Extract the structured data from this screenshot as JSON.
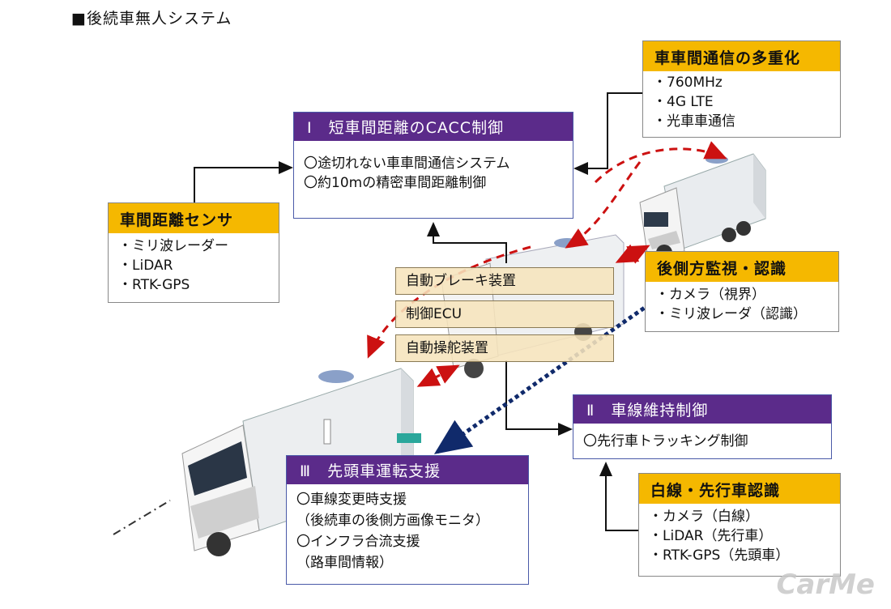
{
  "title": "■後続車無人システム",
  "cacc": {
    "header": "Ⅰ　短車間距離のCACC制御",
    "items": [
      "〇途切れない車車間通信システム",
      "〇約10mの精密車間距離制御"
    ]
  },
  "comm": {
    "header": "車車間通信の多重化",
    "items": [
      "・760MHz",
      "・4G LTE",
      "・光車車通信"
    ]
  },
  "sensor": {
    "header": "車間距離センサ",
    "items": [
      "・ミリ波レーダー",
      "・LiDAR",
      "・RTK-GPS"
    ]
  },
  "rear": {
    "header": "後側方監視・認識",
    "items": [
      "・カメラ（視界）",
      "・ミリ波レーダ（認識）"
    ]
  },
  "devices": [
    "自動ブレーキ装置",
    "制御ECU",
    "自動操舵装置"
  ],
  "lane": {
    "header": "Ⅱ　車線維持制御",
    "items": [
      "〇先行車トラッキング制御"
    ]
  },
  "white": {
    "header": "白線・先行車認識",
    "items": [
      "・カメラ（白線）",
      "・LiDAR（先行車）",
      "・RTK-GPS（先頭車）"
    ]
  },
  "lead": {
    "header": "Ⅲ　先頭車運転支援",
    "items": [
      "〇車線変更時支援",
      "（後続車の後側方画像モニタ）",
      "〇インフラ合流支援",
      "（路車間情報）"
    ]
  },
  "watermark": "CarMe",
  "colors": {
    "purple": "#5b2b8a",
    "yellow": "#f5b800",
    "red_arrow": "#cc1111",
    "navy_arrow": "#102a6b"
  }
}
